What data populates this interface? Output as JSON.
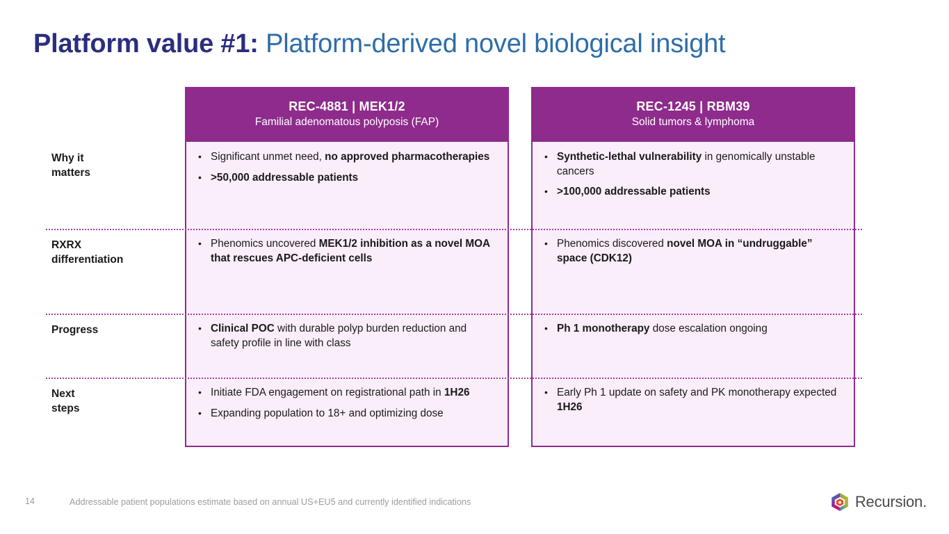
{
  "title": {
    "bold_part": "Platform value #1:",
    "light_part": " Platform-derived novel biological insight",
    "bold_color": "#2b2e7e",
    "light_color": "#2e6da8"
  },
  "colors": {
    "header_purple": "#8e2b8c",
    "cell_pink": "#fbeefb",
    "divider_purple": "#a23da0"
  },
  "columns": [
    {
      "header_title": "REC-4881 | MEK1/2",
      "header_sub": "Familial adenomatous polyposis (FAP)"
    },
    {
      "header_title": "REC-1245 | RBM39",
      "header_sub": "Solid tumors & lymphoma"
    }
  ],
  "rows": [
    {
      "label": "Why it\nmatters",
      "left_bullets": [
        [
          {
            "t": "Significant unmet need, ",
            "b": false
          },
          {
            "t": "no approved pharmacotherapies",
            "b": true
          }
        ],
        [
          {
            "t": ">50,000 addressable patients",
            "b": true
          }
        ]
      ],
      "right_bullets": [
        [
          {
            "t": "Synthetic-lethal vulnerability",
            "b": true
          },
          {
            "t": " in genomically unstable cancers",
            "b": false
          }
        ],
        [
          {
            "t": ">100,000 addressable patients",
            "b": true
          }
        ]
      ]
    },
    {
      "label": "RXRX\ndifferentiation",
      "left_bullets": [
        [
          {
            "t": "Phenomics uncovered ",
            "b": false
          },
          {
            "t": "MEK1/2 inhibition as a novel MOA that rescues APC-deficient cells",
            "b": true
          }
        ]
      ],
      "right_bullets": [
        [
          {
            "t": "Phenomics discovered ",
            "b": false
          },
          {
            "t": "novel MOA in “undruggable” space (CDK12)",
            "b": true
          }
        ]
      ]
    },
    {
      "label": "Progress",
      "left_bullets": [
        [
          {
            "t": "Clinical POC",
            "b": true
          },
          {
            "t": " with durable polyp burden reduction and safety profile in line with class",
            "b": false
          }
        ]
      ],
      "right_bullets": [
        [
          {
            "t": "Ph 1 monotherapy",
            "b": true
          },
          {
            "t": " dose escalation ongoing",
            "b": false
          }
        ]
      ]
    },
    {
      "label": "Next\nsteps",
      "left_bullets": [
        [
          {
            "t": "Initiate FDA engagement on registrational path in ",
            "b": false
          },
          {
            "t": "1H26",
            "b": true
          }
        ],
        [
          {
            "t": "Expanding population to 18+ and optimizing dose",
            "b": false
          }
        ]
      ],
      "right_bullets": [
        [
          {
            "t": "Early Ph 1 update on safety and PK monotherapy expected ",
            "b": false
          },
          {
            "t": "1H26",
            "b": true
          }
        ]
      ]
    }
  ],
  "footer": {
    "page_number": "14",
    "note": "Addressable patient populations estimate based on annual US+EU5 and currently identified indications",
    "logo_text": "Recursion."
  }
}
